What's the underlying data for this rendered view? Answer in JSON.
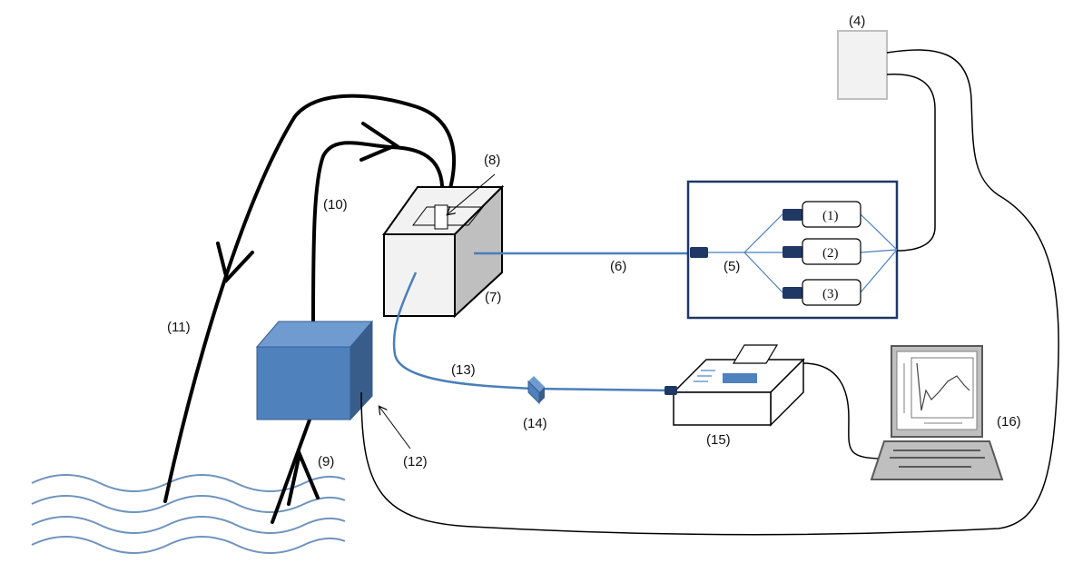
{
  "colors": {
    "line_black": "#000000",
    "fiber_blue": "#4a7ebb",
    "fiber_blue_light": "#6f9bd1",
    "box_blue": "#4f81bd",
    "box_blue_dark": "#385d8a",
    "frame_blue": "#1f3864",
    "connector": "#1f3864",
    "water": "#6f93bf",
    "panel_gray": "#f2f2f2",
    "outline_gray": "#bfbfbf"
  },
  "labels": {
    "l1": "(1)",
    "l2": "(2)",
    "l3": "(3)",
    "l4": "(4)",
    "l5": "(5)",
    "l6": "(6)",
    "l7": "(7)",
    "l8": "(8)",
    "l9": "(9)",
    "l10": "(10)",
    "l11": "(11)",
    "l12": "(12)",
    "l13": "(13)",
    "l14": "(14)",
    "l15": "(15)",
    "l16": "(16)"
  }
}
